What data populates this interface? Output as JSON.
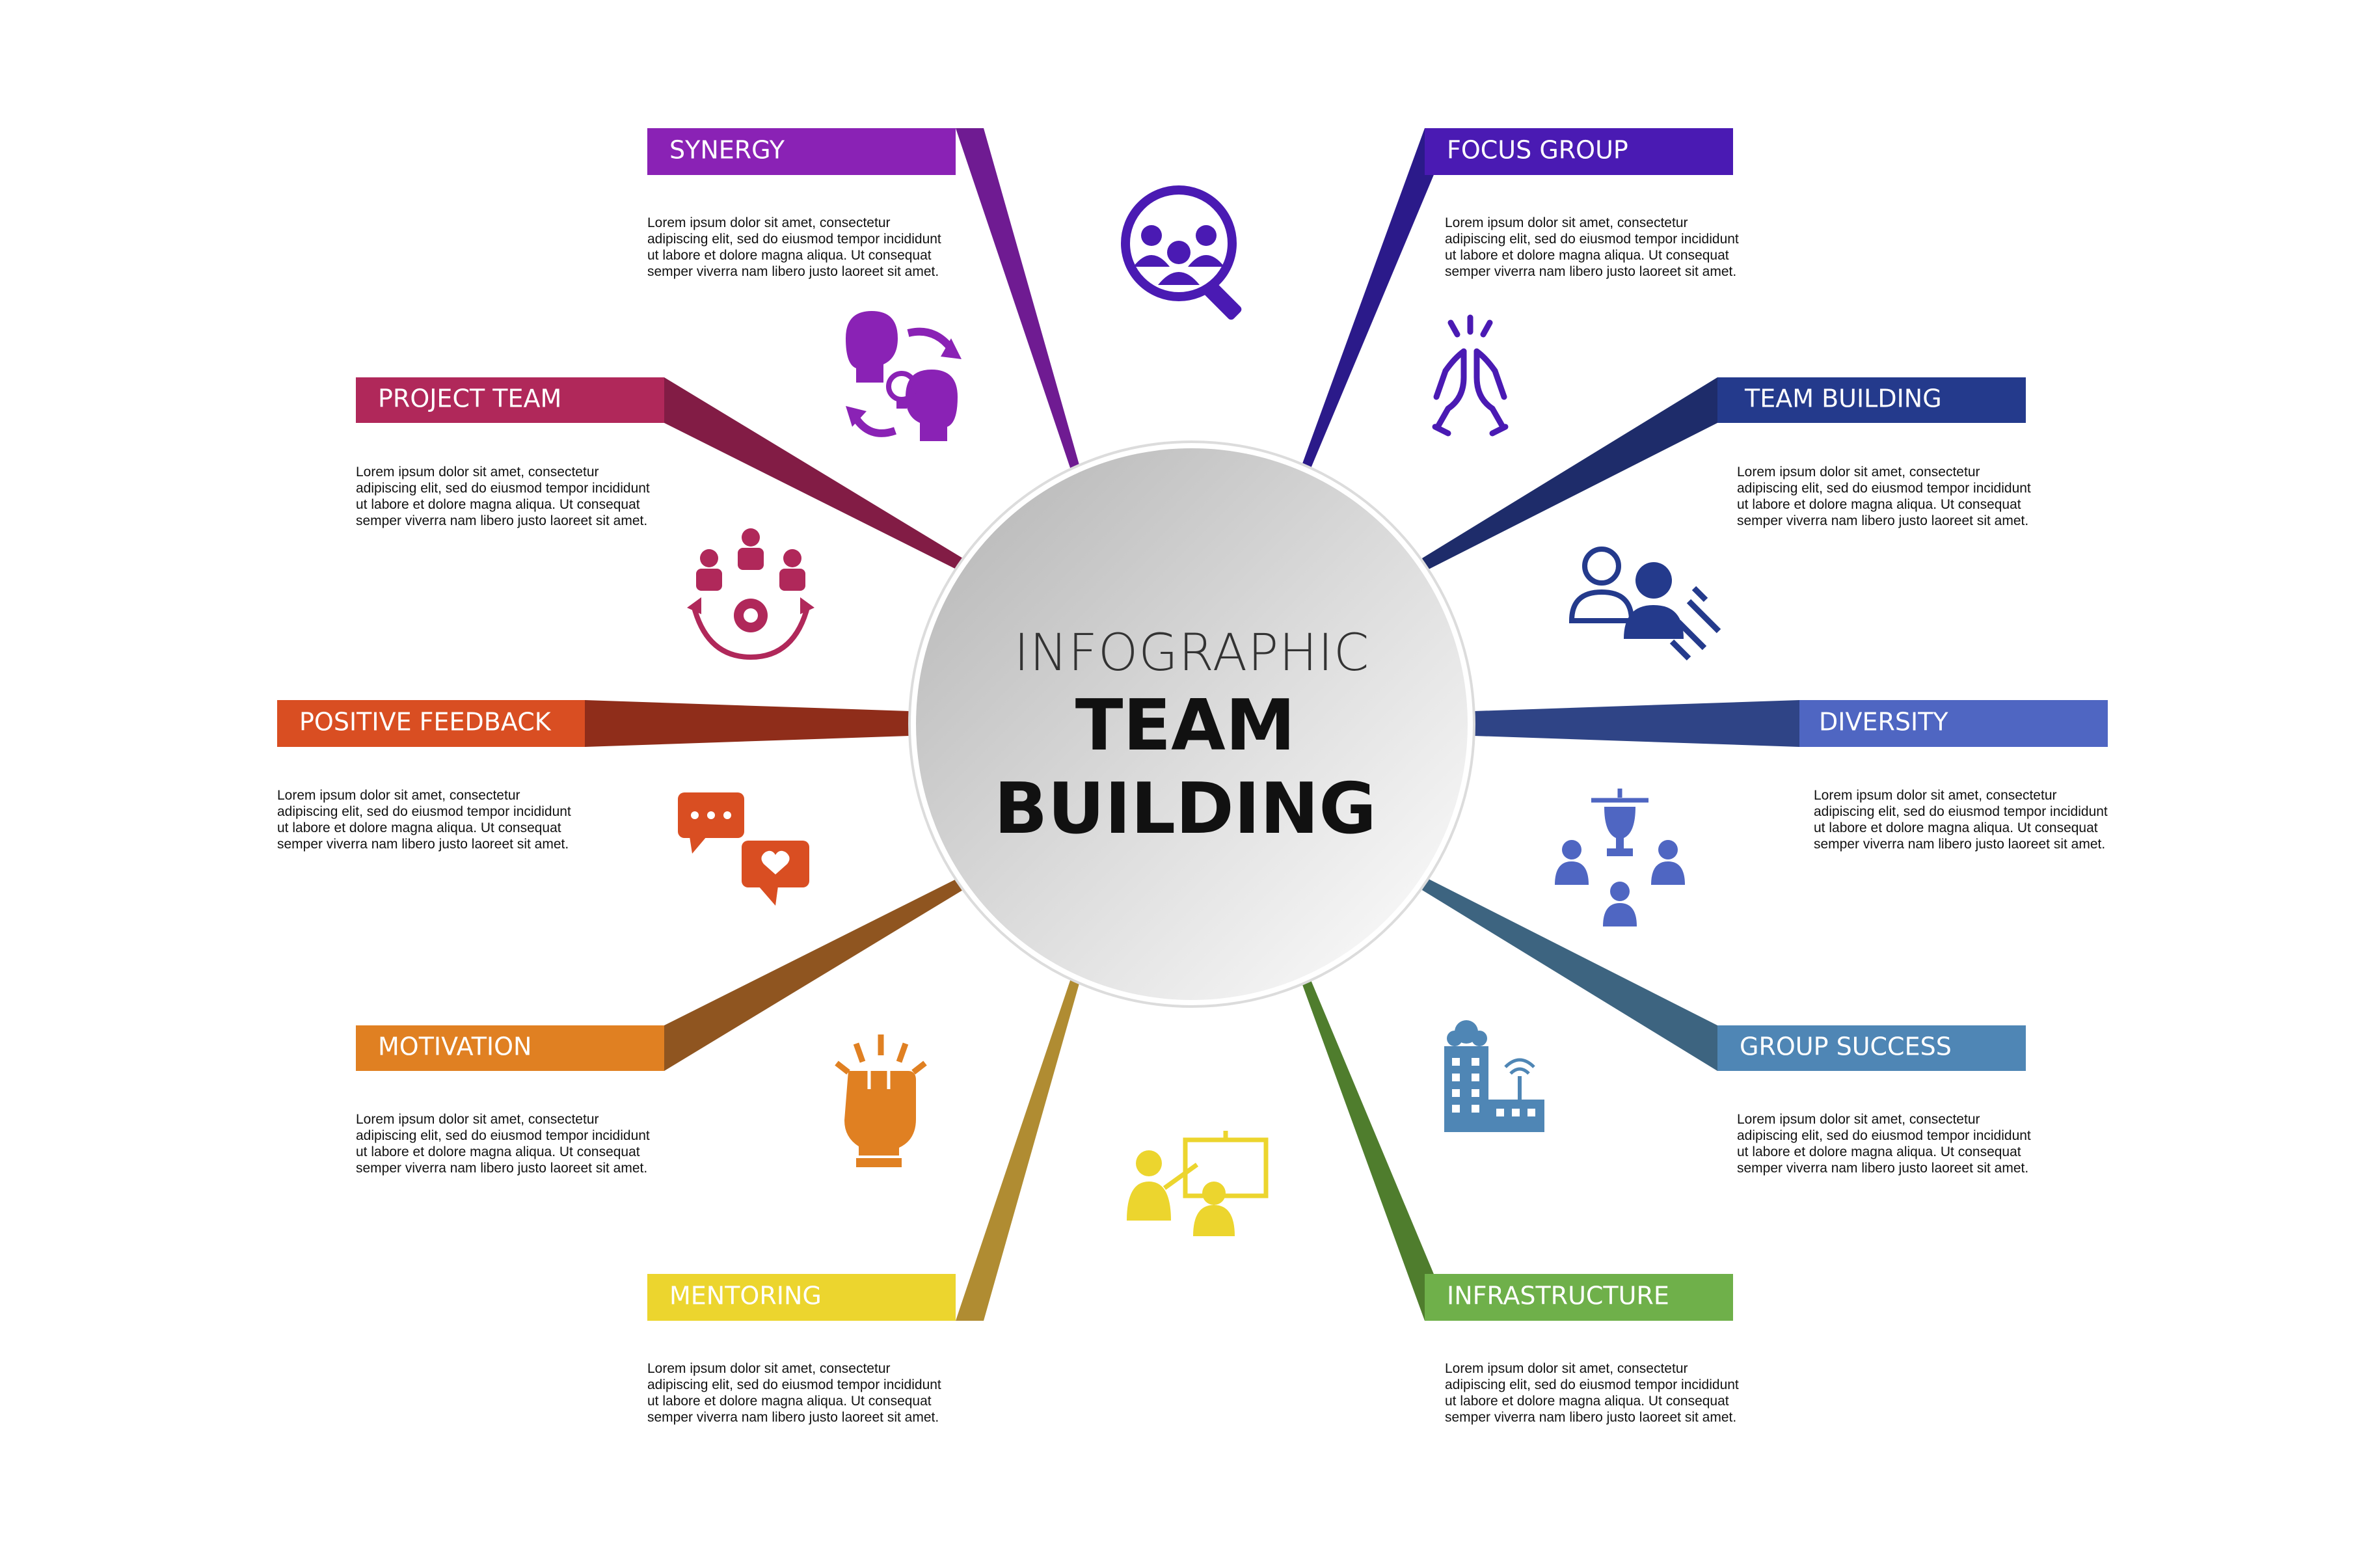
{
  "center": {
    "line1": "INFOGRAPHIC",
    "line2": "TEAM",
    "line3": "BUILDING"
  },
  "description": "Lorem ipsum dolor sit amet, consectetur adipiscing elit, sed do eiusmod tempor incididunt ut labore et dolore magna aliqua. Ut consequat semper viverra nam libero justo laoreet sit amet.",
  "items": [
    {
      "label": "SYNERGY",
      "color": "#8a22b5",
      "icon": "brainstorm-icon"
    },
    {
      "label": "FOCUS GROUP",
      "color": "#4a1ab3",
      "icon": "group-search-icon"
    },
    {
      "label": "PROJECT TEAM",
      "color": "#b0285a",
      "icon": "team-process-icon"
    },
    {
      "label": "TEAM BUILDING",
      "color": "#243a8c",
      "icon": "high-five-icon"
    },
    {
      "label": "POSITIVE FEEDBACK",
      "color": "#d94e22",
      "icon": "chat-bubbles-icon"
    },
    {
      "label": "DIVERSITY",
      "color": "#4f66c2",
      "icon": "diverse-people-icon"
    },
    {
      "label": "MOTIVATION",
      "color": "#e08022",
      "icon": "raised-fist-icon"
    },
    {
      "label": "GROUP SUCCESS",
      "color": "#4f86b5",
      "icon": "trophy-team-icon"
    },
    {
      "label": "MENTORING",
      "color": "#ecd52e",
      "icon": "presentation-icon"
    },
    {
      "label": "INFRASTRUCTURE",
      "color": "#6fb04a",
      "icon": "building-icon"
    }
  ]
}
